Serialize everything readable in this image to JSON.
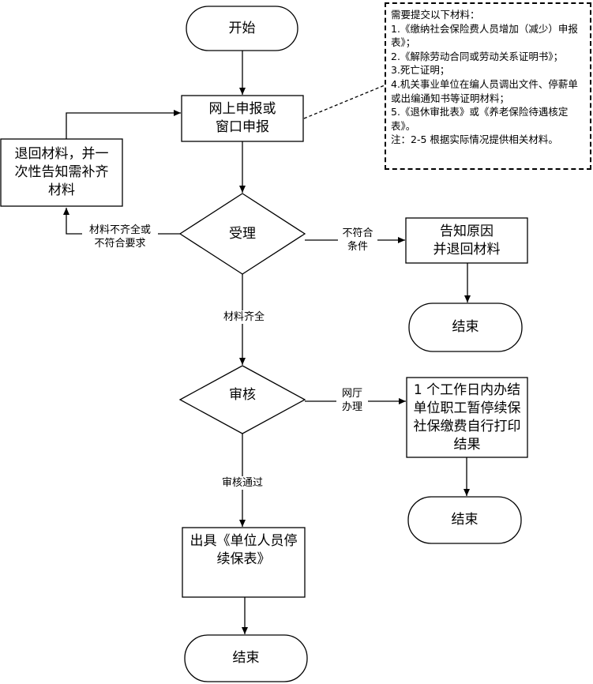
{
  "nodes": {
    "start": "开始",
    "apply": [
      "网上申报或",
      "窗口申报"
    ],
    "return_materials": [
      "退回材料，并一",
      "次性告知需补齐",
      "材料"
    ],
    "accept": "受理",
    "notify_reason": [
      "告知原因",
      "并退回材料"
    ],
    "end_reject": "结束",
    "review": "审核",
    "online_process": [
      "1 个工作日内办结",
      "单位职工暂停续保",
      "社保缴费自行打印",
      "结果"
    ],
    "end_online": "结束",
    "issue_form": [
      "出具《单位人员停",
      "续保表》"
    ],
    "end_main": "结束"
  },
  "edge_labels": {
    "incomplete": [
      "材料不齐全或",
      "不符合要求"
    ],
    "not_eligible": [
      "不符合",
      "条件"
    ],
    "complete": "材料齐全",
    "online_hall": [
      "网厅",
      "办理"
    ],
    "passed": "审核通过"
  },
  "note": {
    "lines": [
      "需要提交以下材料：",
      "1.《缴纳社会保险费人员增加（减少）申报表》；",
      "2.《解除劳动合同或劳动关系证明书》；",
      "3.死亡证明；",
      "4.机关事业单位在编人员调出文件、停薪单或出编通知书等证明材料；",
      "5.《退休审批表》或《养老保险待遇核定表》。",
      "注：2-5 根据实际情况提供相关材料。"
    ]
  }
}
